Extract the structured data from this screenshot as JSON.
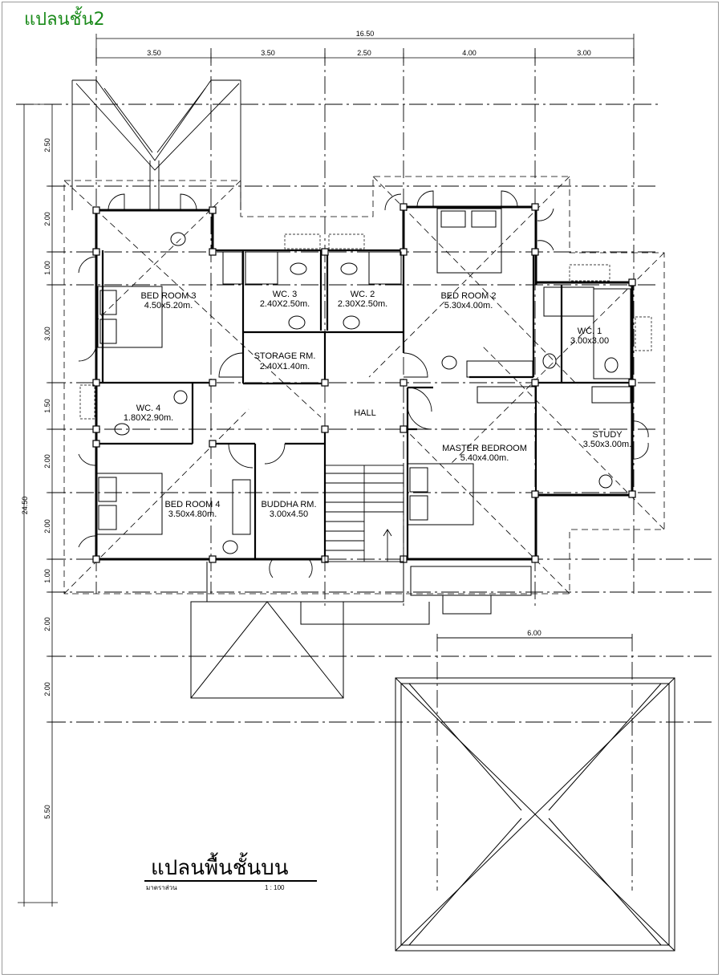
{
  "page_label": "แปลนชั้น2",
  "dimensions": {
    "total_width": "16.50",
    "col_widths": [
      "3.50",
      "3.50",
      "2.50",
      "4.00",
      "3.00"
    ],
    "total_height": "24.50",
    "row_heights": [
      "2.50",
      "2.00",
      "1.00",
      "3.00",
      "1.50",
      "2.00",
      "2.00",
      "1.00",
      "2.00",
      "2.00",
      "5.50"
    ],
    "balcony_width": "6.00"
  },
  "rooms": {
    "bed3": {
      "name": "BED ROOM 3",
      "size": "4.50x5.20m."
    },
    "wc3": {
      "name": "WC. 3",
      "size": "2.40X2.50m."
    },
    "wc2": {
      "name": "WC. 2",
      "size": "2.30X2.50m."
    },
    "bed2": {
      "name": "BED ROOM 2",
      "size": "5.30x4.00m."
    },
    "wc1": {
      "name": "WC. 1",
      "size": "3.00x3.00"
    },
    "storage": {
      "name": "STORAGE RM.",
      "size": "2.40X1.40m."
    },
    "hall": {
      "name": "HALL"
    },
    "wc4": {
      "name": "WC. 4",
      "size": "1.80X2.90m."
    },
    "study": {
      "name": "STUDY",
      "size": "3.50x3.00m."
    },
    "master": {
      "name": "MASTER BEDROOM",
      "size": "5.40x4.00m."
    },
    "bed4": {
      "name": "BED ROOM 4",
      "size": "3.50x4.80m."
    },
    "buddha": {
      "name": "BUDDHA RM.",
      "size": "3.00x4.50"
    }
  },
  "title_block": {
    "title": "แปลนพื้นชั้นบน",
    "scale_label": "มาตราส่วน",
    "scale_value": "1 : 100"
  }
}
